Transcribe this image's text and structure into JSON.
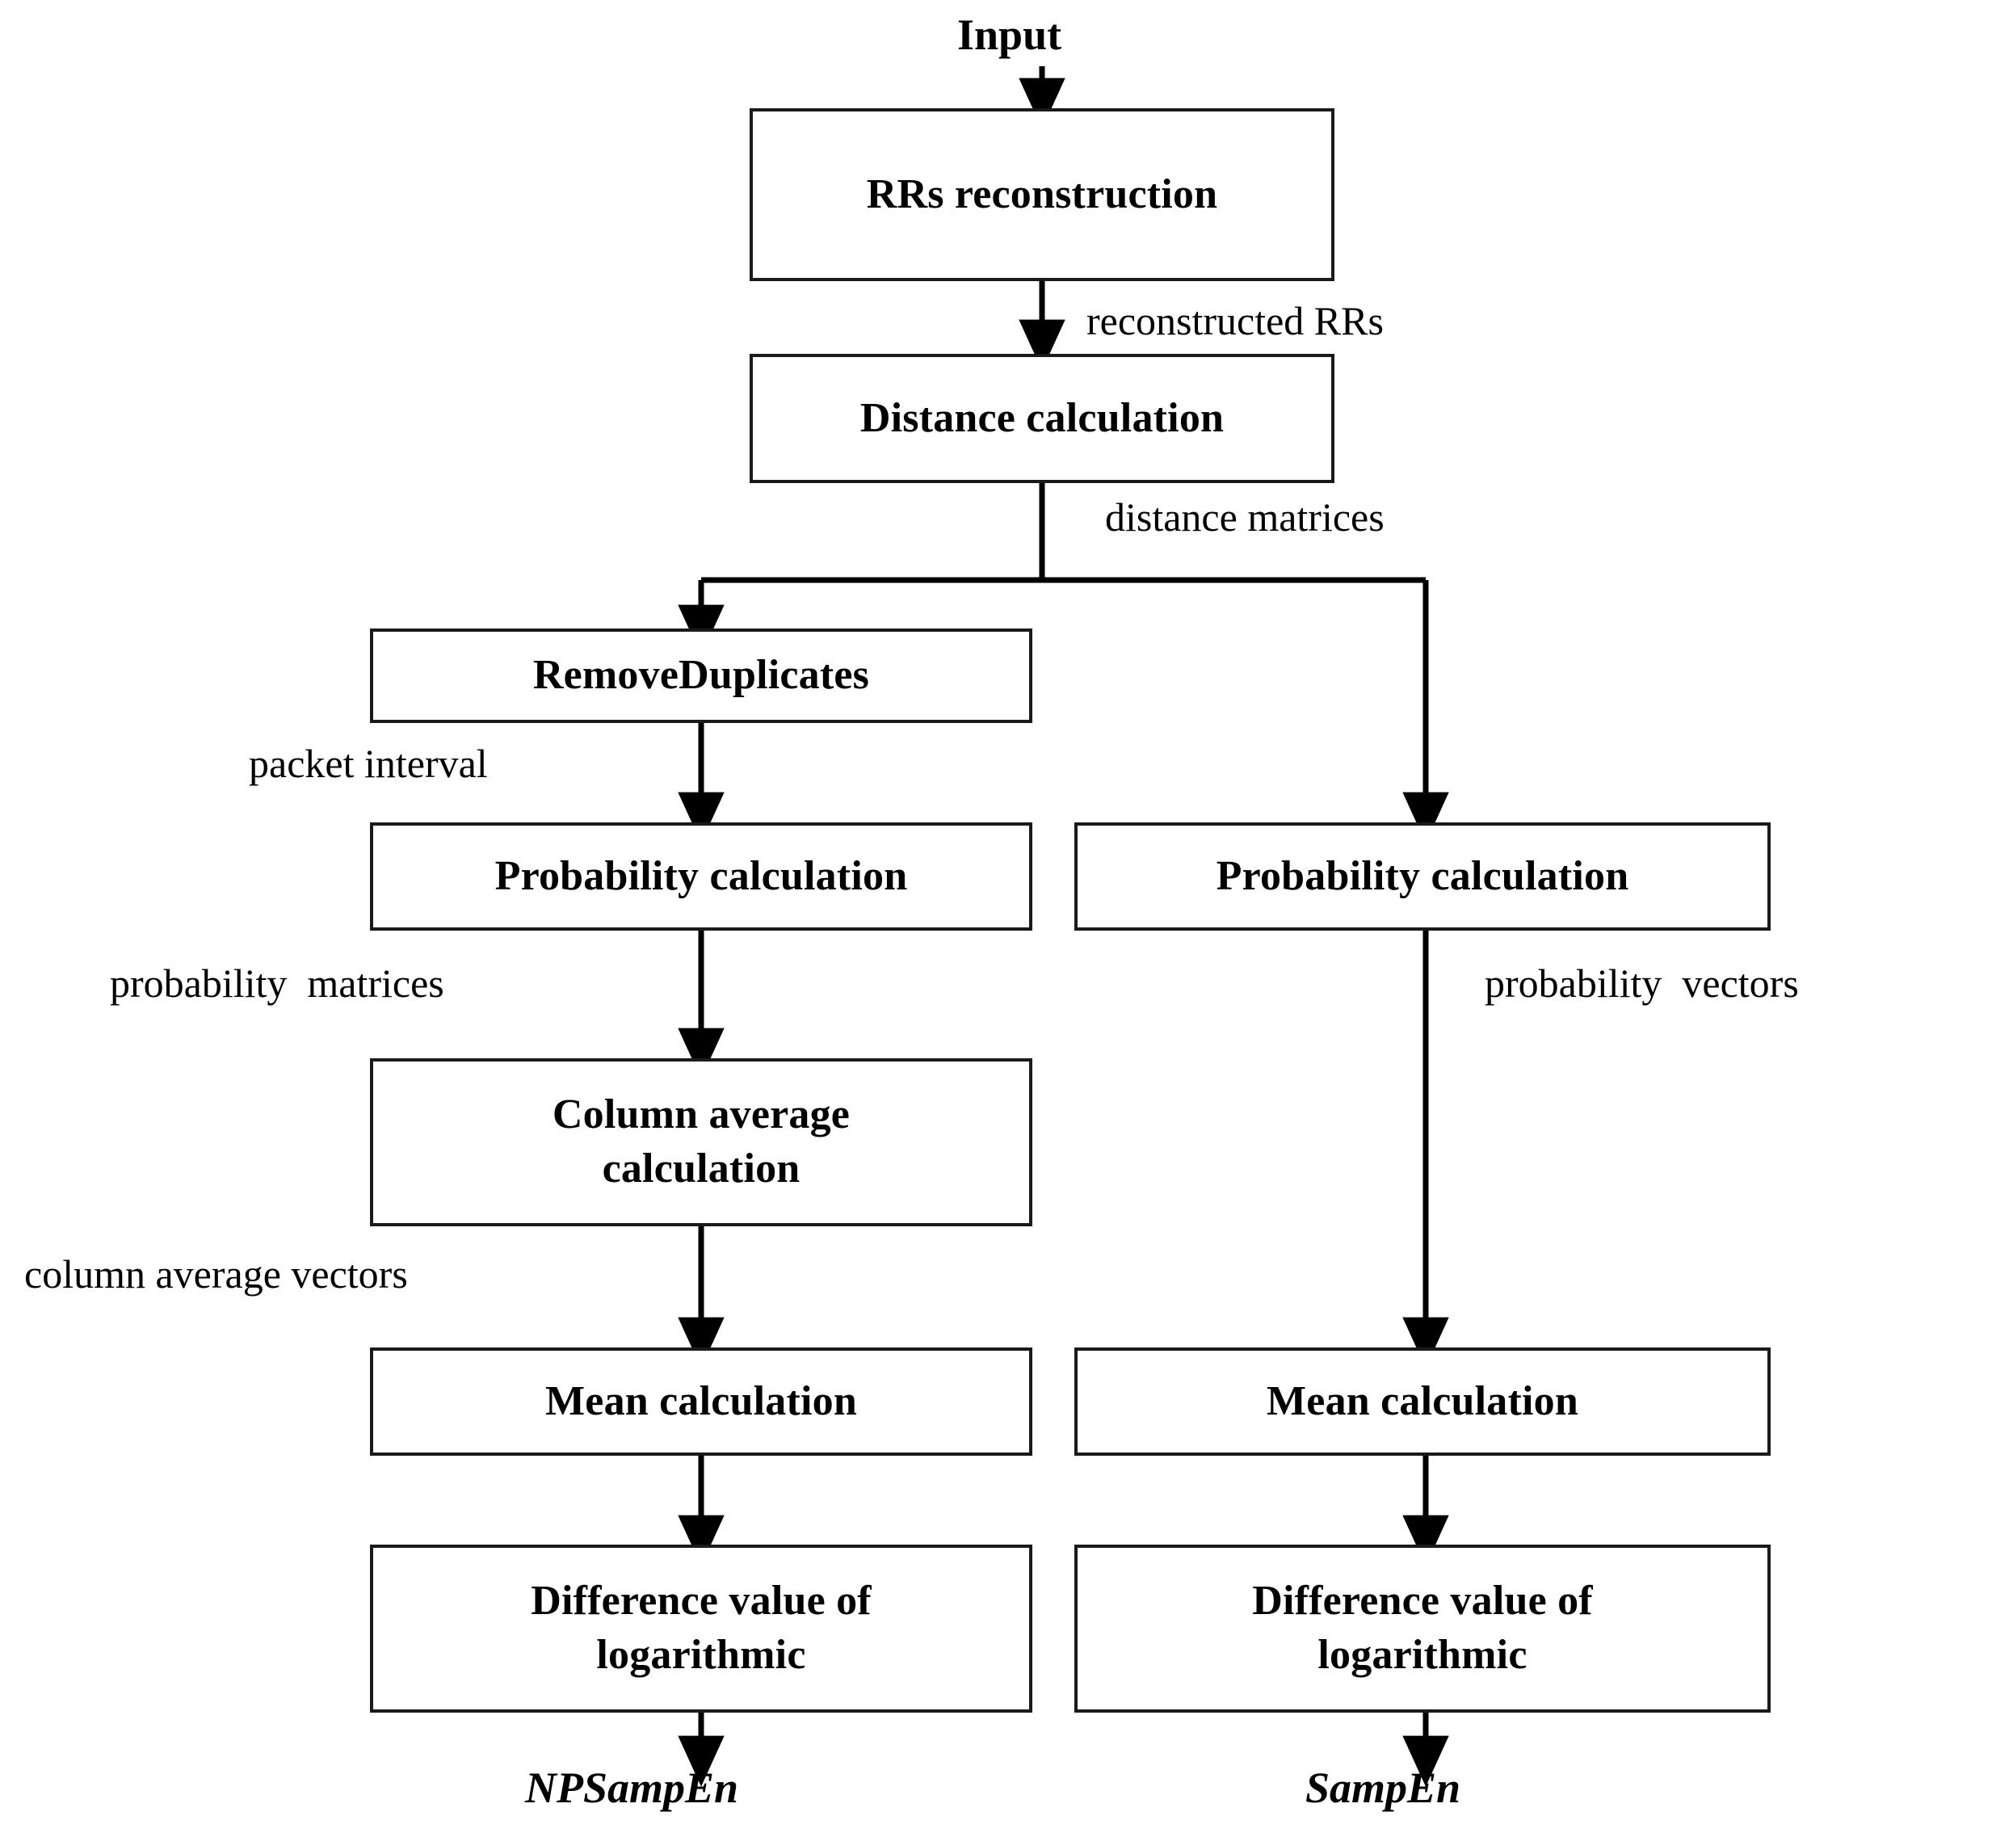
{
  "diagram": {
    "title": "NPSampEn and SampEn computation flowchart",
    "background_color": "#ffffff",
    "line_color": "#1a1a1a",
    "text_color": "#000000",
    "terminals": {
      "input": "Input",
      "output_left": "NPSampEn",
      "output_right": "SampEn"
    },
    "nodes": [
      {
        "id": "rrs_reconstruction",
        "label": "RRs reconstruction"
      },
      {
        "id": "distance_calculation",
        "label": "Distance calculation"
      },
      {
        "id": "remove_duplicates",
        "label": "RemoveDuplicates"
      },
      {
        "id": "probability_left",
        "label": "Probability calculation"
      },
      {
        "id": "probability_right",
        "label": "Probability calculation"
      },
      {
        "id": "column_average",
        "label": "Column average\ncalculation"
      },
      {
        "id": "mean_left",
        "label": "Mean calculation"
      },
      {
        "id": "mean_right",
        "label": "Mean calculation"
      },
      {
        "id": "difference_left",
        "label": "Difference value of\nlogarithmic"
      },
      {
        "id": "difference_right",
        "label": "Difference value of\nlogarithmic"
      }
    ],
    "edge_labels": [
      {
        "id": "reconstructed_rrs",
        "text": "reconstructed RRs"
      },
      {
        "id": "distance_matrices",
        "text": "distance matrices"
      },
      {
        "id": "packet_interval",
        "text": "packet interval"
      },
      {
        "id": "probability_matrices",
        "text": "probability  matrices"
      },
      {
        "id": "probability_vectors",
        "text": "probability  vectors"
      },
      {
        "id": "column_average_vectors",
        "text": "column average vectors"
      }
    ]
  }
}
